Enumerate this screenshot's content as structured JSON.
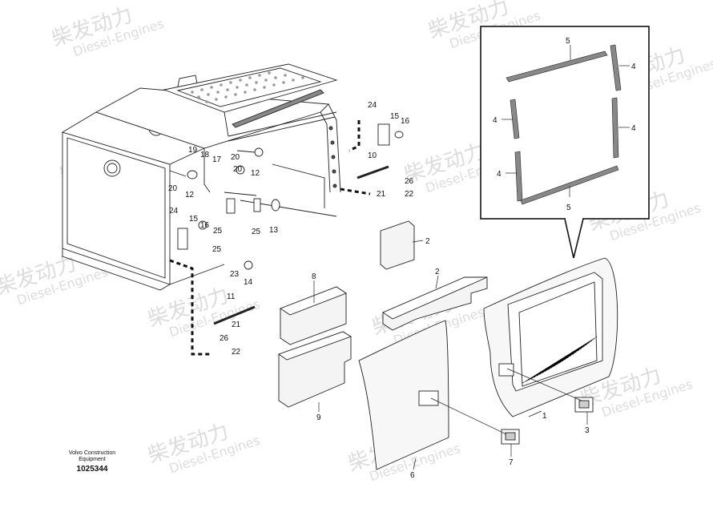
{
  "watermark": {
    "brand_cn": "柴发动力",
    "brand_en": "Diesel-Engines"
  },
  "footer": {
    "line1": "Volvo Construction",
    "line2": "Equipment",
    "drawing_number": "1025344"
  },
  "callouts": {
    "c1": "1",
    "c2a": "2",
    "c2b": "2",
    "c3": "3",
    "c4a": "4",
    "c4b": "4",
    "c4c": "4",
    "c4d": "4",
    "c5a": "5",
    "c5b": "5",
    "c6": "6",
    "c7": "7",
    "c8": "8",
    "c9": "9",
    "c10": "10",
    "c11": "11",
    "c12a": "12",
    "c12b": "12",
    "c13": "13",
    "c14": "14",
    "c15a": "15",
    "c15b": "15",
    "c16a": "16",
    "c16b": "16",
    "c17": "17",
    "c18": "18",
    "c19": "19",
    "c20a": "20",
    "c20b": "20",
    "c21a": "21",
    "c21b": "21",
    "c22a": "22",
    "c22b": "22",
    "c23": "23",
    "c24a": "24",
    "c24b": "24",
    "c25a": "25",
    "c25b": "25",
    "c26a": "26",
    "c26b": "26"
  }
}
